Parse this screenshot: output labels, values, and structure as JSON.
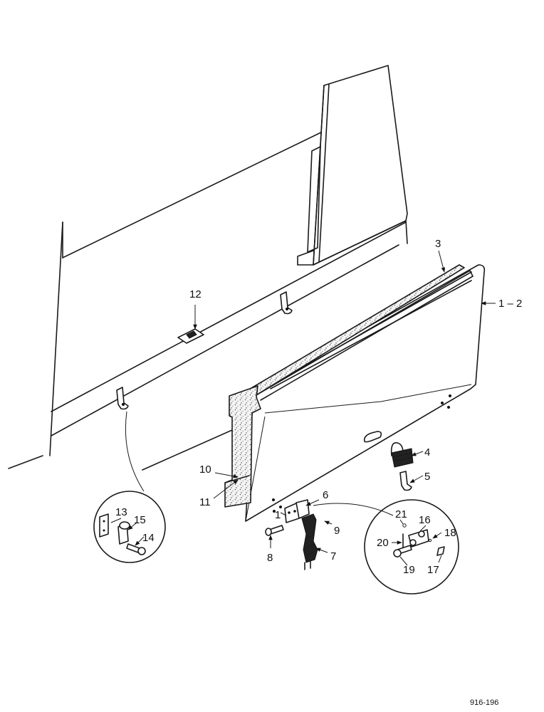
{
  "callouts": {
    "c1_2": "1 – 2",
    "c1": "1",
    "c3": "3",
    "c4": "4",
    "c5": "5",
    "c6": "6",
    "c7": "7",
    "c8": "8",
    "c9": "9",
    "c10": "10",
    "c11": "11",
    "c12": "12",
    "c13": "13",
    "c14": "14",
    "c15": "15",
    "c16": "16",
    "c17": "17",
    "c18": "18",
    "c19": "19",
    "c20": "20",
    "c21": "21"
  },
  "figure_ref": "916-196"
}
